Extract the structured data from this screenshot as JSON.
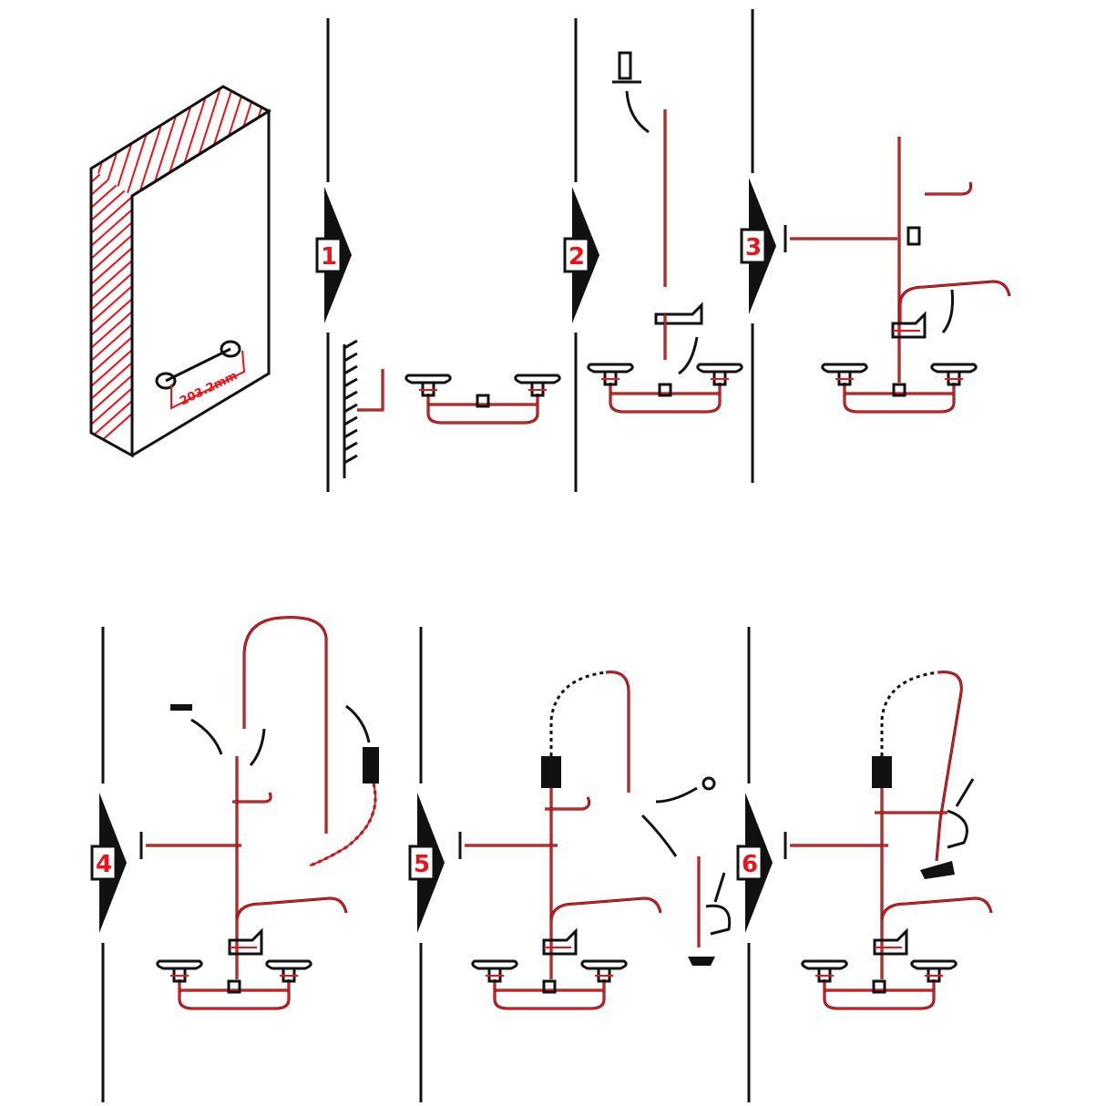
{
  "diagram": {
    "dimension_label": "203.2mm",
    "steps": [
      {
        "number": "1"
      },
      {
        "number": "2"
      },
      {
        "number": "3"
      },
      {
        "number": "4"
      },
      {
        "number": "5"
      },
      {
        "number": "6"
      }
    ],
    "colors": {
      "line": "#111111",
      "accent": "#e8141c"
    }
  }
}
